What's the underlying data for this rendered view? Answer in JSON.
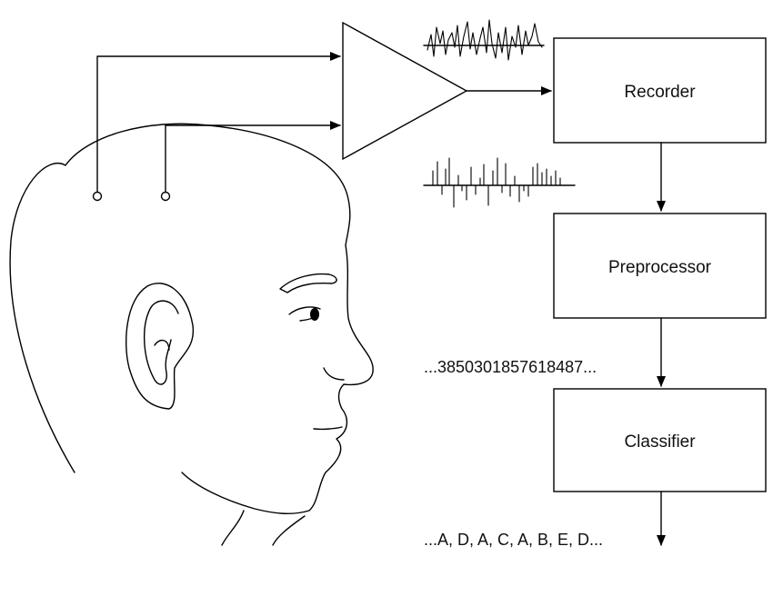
{
  "blocks": {
    "recorder": "Recorder",
    "preprocessor": "Preprocessor",
    "classifier": "Classifier"
  },
  "sequences": {
    "numeric": "...3850301857618487...",
    "letters": "...A, D, A, C, A, B, E, D..."
  }
}
